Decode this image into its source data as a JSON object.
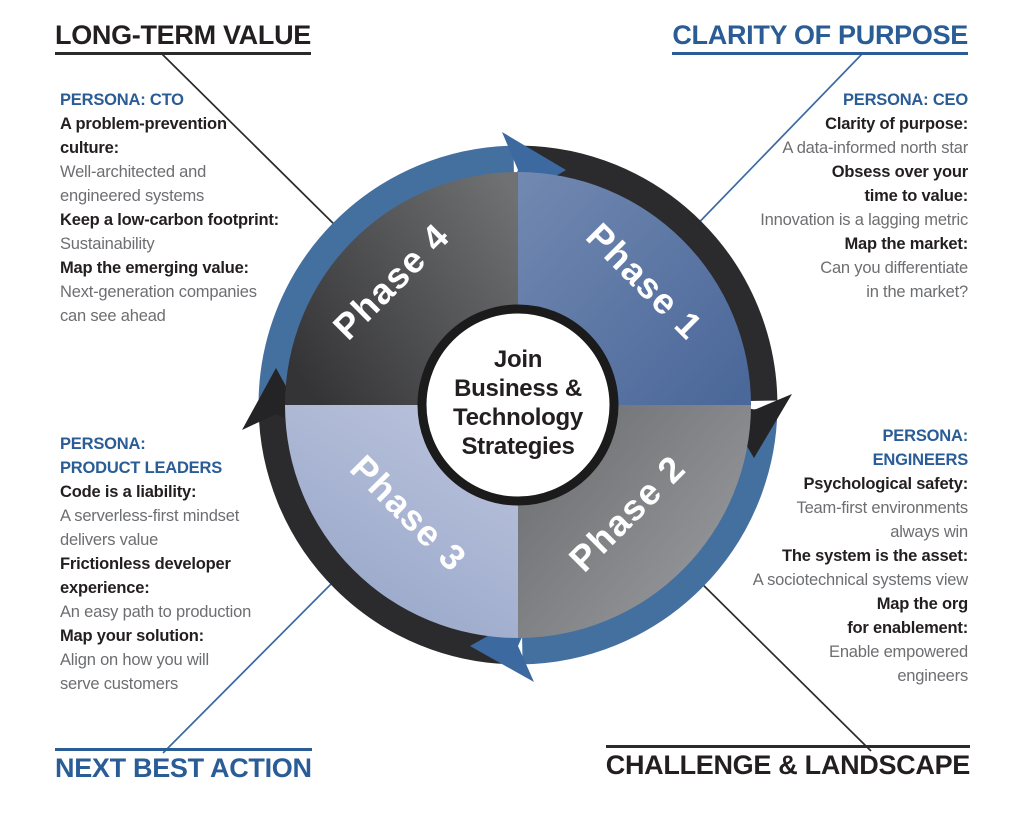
{
  "headings": {
    "top_left": "LONG-TERM VALUE",
    "top_right": "CLARITY OF PURPOSE",
    "bottom_left": "NEXT BEST ACTION",
    "bottom_right": "CHALLENGE & LANDSCAPE"
  },
  "panels": {
    "top_left": {
      "persona": [
        "PERSONA: CTO"
      ],
      "rows": [
        {
          "style": "title",
          "lines": [
            "A problem-prevention",
            "culture:"
          ]
        },
        {
          "style": "desc",
          "lines": [
            "Well-architected and",
            "engineered systems"
          ]
        },
        {
          "style": "title",
          "lines": [
            "Keep a low-carbon footprint:"
          ]
        },
        {
          "style": "desc",
          "lines": [
            "Sustainability"
          ]
        },
        {
          "style": "title",
          "lines": [
            "Map the emerging value:"
          ]
        },
        {
          "style": "desc",
          "lines": [
            "Next-generation companies",
            "can see ahead"
          ]
        }
      ]
    },
    "top_right": {
      "persona": [
        "PERSONA: CEO"
      ],
      "rows": [
        {
          "style": "title",
          "lines": [
            "Clarity of purpose:"
          ]
        },
        {
          "style": "desc",
          "lines": [
            "A data-informed north star"
          ]
        },
        {
          "style": "title",
          "lines": [
            "Obsess over your",
            "time to value:"
          ]
        },
        {
          "style": "desc",
          "lines": [
            "Innovation is a lagging metric"
          ]
        },
        {
          "style": "title",
          "lines": [
            "Map the market:"
          ]
        },
        {
          "style": "desc",
          "lines": [
            "Can you differentiate",
            "in the market?"
          ]
        }
      ]
    },
    "bottom_left": {
      "persona": [
        "PERSONA:",
        "PRODUCT LEADERS"
      ],
      "rows": [
        {
          "style": "title",
          "lines": [
            "Code is a liability:"
          ]
        },
        {
          "style": "desc",
          "lines": [
            "A serverless-first mindset",
            "delivers value"
          ]
        },
        {
          "style": "title",
          "lines": [
            "Frictionless developer",
            "experience:"
          ]
        },
        {
          "style": "desc",
          "lines": [
            "An easy path to production"
          ]
        },
        {
          "style": "title",
          "lines": [
            "Map your solution:"
          ]
        },
        {
          "style": "desc",
          "lines": [
            "Align on how you will",
            "serve customers"
          ]
        }
      ]
    },
    "bottom_right": {
      "persona": [
        "PERSONA:",
        "ENGINEERS"
      ],
      "rows": [
        {
          "style": "title",
          "lines": [
            "Psychological safety:"
          ]
        },
        {
          "style": "desc",
          "lines": [
            "Team-first environments",
            "always win"
          ]
        },
        {
          "style": "title",
          "lines": [
            "The system is the asset:"
          ]
        },
        {
          "style": "desc",
          "lines": [
            "A sociotechnical systems view"
          ]
        },
        {
          "style": "title",
          "lines": [
            "Map the org",
            "for enablement:"
          ]
        },
        {
          "style": "desc",
          "lines": [
            "Enable empowered",
            "engineers"
          ]
        }
      ]
    }
  },
  "wheel": {
    "phases": [
      {
        "label": "Phase 1",
        "color": "#5c77a6"
      },
      {
        "label": "Phase 2",
        "color": "#85878a"
      },
      {
        "label": "Phase 3",
        "color": "#a9b5d3"
      },
      {
        "label": "Phase 4",
        "color": "#48484a"
      }
    ],
    "center_lines": [
      "Join",
      "Business &",
      "Technology",
      "Strategies"
    ],
    "direction": "clockwise"
  },
  "colors": {
    "accent_blue": "#2a5c96",
    "arc_blue": "#44709f",
    "arc_dark": "#2b2b2d",
    "arrow_blue": "#3c69a0",
    "arrow_dark": "#242426",
    "line_dark": "#2b2b2b",
    "line_blue": "#3a6aa3",
    "text_dark": "#231f20",
    "text_gray": "#6d6e71",
    "center_ring": "#1b1b1b"
  }
}
